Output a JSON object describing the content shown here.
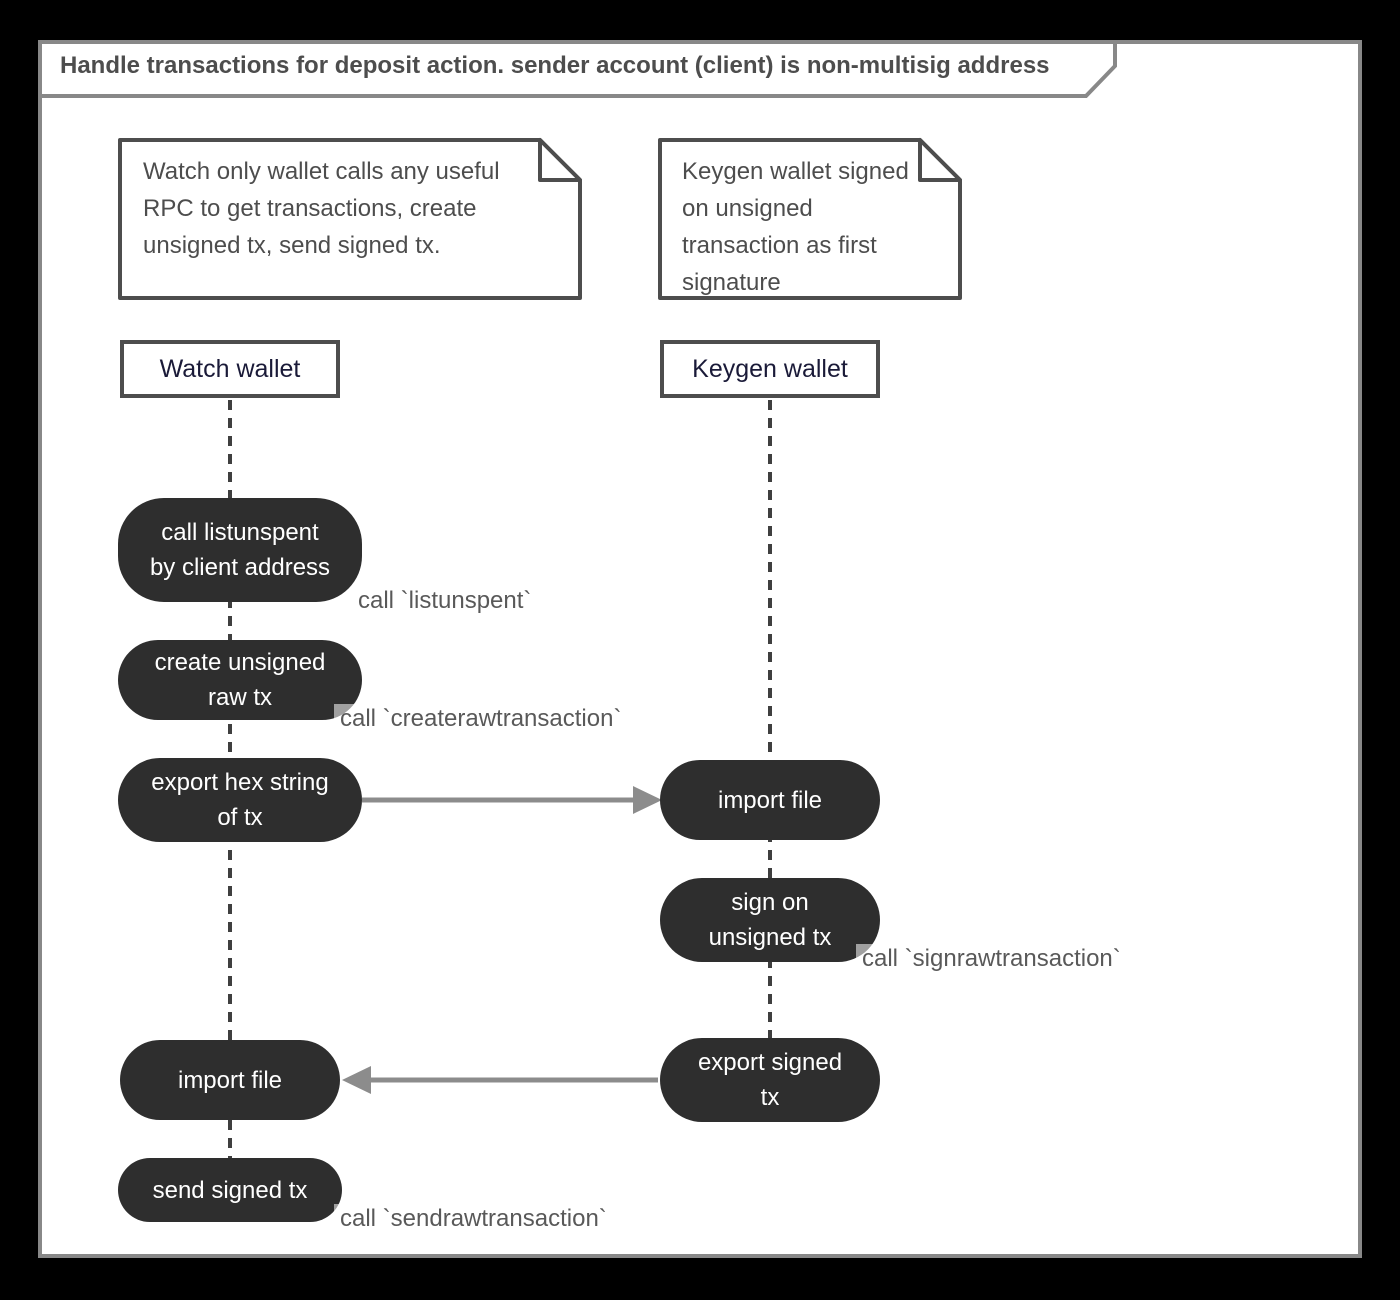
{
  "title": "Handle transactions for deposit action. sender account (client) is non-multisig address",
  "notes": {
    "watch": {
      "text": "Watch only wallet calls any useful\nRPC to get transactions, create\nunsigned tx, send signed tx."
    },
    "keygen": {
      "text": "Keygen wallet signed\non unsigned\ntransaction as first\nsignature"
    }
  },
  "participants": {
    "watch": {
      "label": "Watch wallet"
    },
    "keygen": {
      "label": "Keygen wallet"
    }
  },
  "nodes": [
    {
      "id": "call-listunspent",
      "actor": "watch",
      "label": "call listunspent\nby client address"
    },
    {
      "id": "create-unsigned-raw-tx",
      "actor": "watch",
      "label": "create unsigned\nraw tx"
    },
    {
      "id": "export-hex-string-of-tx",
      "actor": "watch",
      "label": "export hex string\nof tx"
    },
    {
      "id": "import-file-keygen",
      "actor": "keygen",
      "label": "import file"
    },
    {
      "id": "sign-on-unsigned-tx",
      "actor": "keygen",
      "label": "sign on\nunsigned tx"
    },
    {
      "id": "export-signed-tx",
      "actor": "keygen",
      "label": "export signed\ntx"
    },
    {
      "id": "import-file-watch",
      "actor": "watch",
      "label": "import file"
    },
    {
      "id": "send-signed-tx",
      "actor": "watch",
      "label": "send signed tx"
    }
  ],
  "annotations": [
    {
      "label": "call `listunspent`"
    },
    {
      "label": "call `createrawtransaction`"
    },
    {
      "label": "call `signrawtransaction`"
    },
    {
      "label": "call `sendrawtransaction`"
    }
  ],
  "flows": [
    {
      "from": "export hex string of tx",
      "to": "import file",
      "direction": "watch-to-keygen"
    },
    {
      "from": "export signed tx",
      "to": "import file",
      "direction": "keygen-to-watch"
    }
  ],
  "colors": {
    "canvas": "#000000",
    "surface": "#ffffff",
    "frame_border": "#888888",
    "note_border": "#4d4d4d",
    "node_fill": "#2e2e2e",
    "node_text": "#ffffff",
    "participant_border": "#4d4d4d",
    "participant_text": "#1a1a38",
    "annotation_text": "#595959",
    "arrow": "#8c8c8c",
    "lifeline": "#3f3f3f"
  }
}
